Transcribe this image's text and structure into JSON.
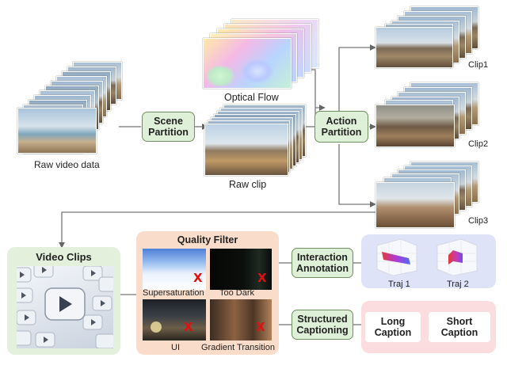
{
  "labels": {
    "raw_video": "Raw video data",
    "optical_flow": "Optical Flow",
    "raw_clip": "Raw clip",
    "clip1": "Clip1",
    "clip2": "Clip2",
    "clip3": "Clip3"
  },
  "boxes": {
    "scene_partition": "Scene\nPartition",
    "action_partition": "Action\nPartition",
    "interaction_annotation": "Interaction\nAnnotation",
    "structured_captioning": "Structured\nCaptioning"
  },
  "video_clips": {
    "title": "Video Clips"
  },
  "quality_filter": {
    "title": "Quality Filter",
    "items": [
      "Supersaturation",
      "Too Dark",
      "UI",
      "Gradient Transition"
    ],
    "reject_mark": "X"
  },
  "trajectories": {
    "traj1": "Traj 1",
    "traj2": "Traj 2"
  },
  "captions": {
    "long": "Long\nCaption",
    "short": "Short\nCaption"
  },
  "colors": {
    "green_panel": "#e3f1dc",
    "green_box": "#dff0d8",
    "orange_panel": "#f9ddca",
    "blue_panel": "#dfe3f7",
    "pink_panel": "#fbdde0",
    "reject": "#e01010"
  }
}
